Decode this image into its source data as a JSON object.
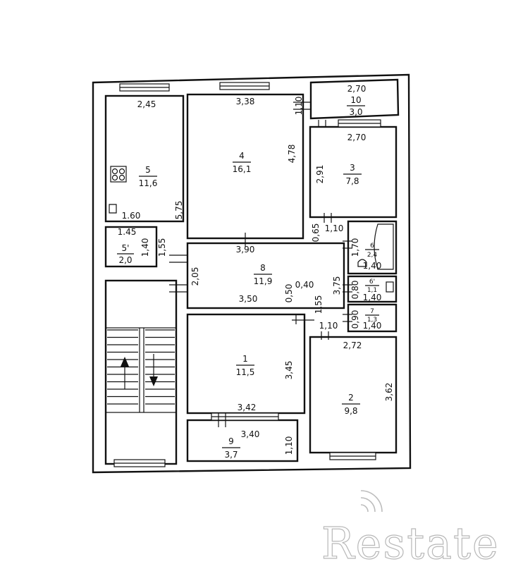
{
  "rooms": [
    {
      "id": "5",
      "number": "5",
      "area": "11,6"
    },
    {
      "id": "4",
      "number": "4",
      "area": "16,1"
    },
    {
      "id": "10",
      "number": "10",
      "area": "3,0"
    },
    {
      "id": "3",
      "number": "3",
      "area": "7,8"
    },
    {
      "id": "5p",
      "number": "5'",
      "area": "2,0"
    },
    {
      "id": "8",
      "number": "8",
      "area": "11,9"
    },
    {
      "id": "6",
      "number": "6",
      "area": "2,4"
    },
    {
      "id": "6p",
      "number": "6'",
      "area": "1,1"
    },
    {
      "id": "7",
      "number": "7",
      "area": "1,3"
    },
    {
      "id": "1",
      "number": "1",
      "area": "11,5"
    },
    {
      "id": "2",
      "number": "2",
      "area": "9,8"
    },
    {
      "id": "9",
      "number": "9",
      "area": "3,7"
    }
  ],
  "dimensions": [
    "2,45",
    "3,38",
    "2,70",
    "1,10",
    "4,78",
    "2,70",
    "2,91",
    "5,75",
    "1.60",
    "1.45",
    "1,40",
    "1,55",
    "0,65",
    "1,10",
    "1,70",
    "3,90",
    "1,40",
    "2,05",
    "0,80",
    "1,40",
    "0,50",
    "0,40",
    "3,75",
    "3,50",
    "1,55",
    "0,90",
    "1,10",
    "1,40",
    "2,72",
    "3,45",
    "3,62",
    "3,42",
    "3,40",
    "1,10"
  ],
  "watermark": {
    "brand": "Restate"
  }
}
